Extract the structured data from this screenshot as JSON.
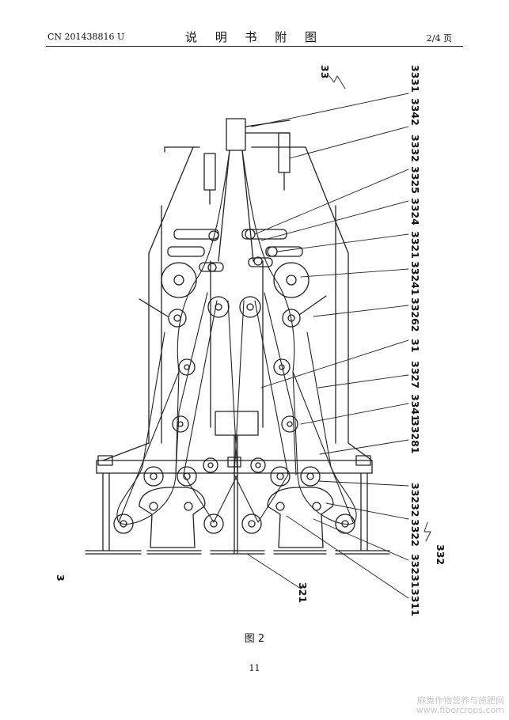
{
  "header": {
    "left": "CN 201438816 U",
    "center": "说 明 书 附 图",
    "right": "2/4 页"
  },
  "labels": {
    "top": "33",
    "l3331": "3331",
    "l3342": "3342",
    "l3332": "3332",
    "l3325": "3325",
    "l3324": "3324",
    "l3321": "3321",
    "l33241": "33241",
    "l33262": "33262",
    "l31": "31",
    "l3327": "3327",
    "l3341": "3341",
    "l33281": "33281",
    "l33232": "33232",
    "l3322": "3322",
    "l332": "332",
    "l33231": "33231",
    "l3311": "3311",
    "l321": "321",
    "l3": "3"
  },
  "figure": {
    "caption": "图 2"
  },
  "footer": {
    "page_number": "11"
  },
  "watermark": {
    "line1": "麻类作物营养与施肥网",
    "line2": "www.fibercrops.com"
  }
}
